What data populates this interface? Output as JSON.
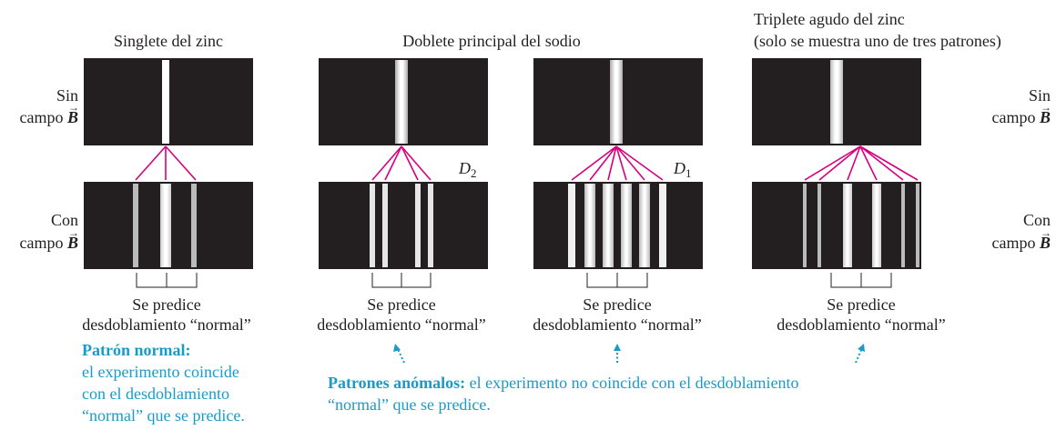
{
  "titles": {
    "zinc_singlet": "Singlete del zinc",
    "sodium_doublet": "Doblete principal del sodio",
    "zinc_triplet_line1": "Triplete agudo del zinc",
    "zinc_triplet_line2": "(solo se muestra uno de tres patrones)"
  },
  "row_labels": {
    "no_field_line1": "Sin",
    "no_field_line2": "campo",
    "with_field_line1": "Con",
    "with_field_line2": "campo",
    "field_symbol": "B",
    "vector_arrow": "→"
  },
  "line_labels": {
    "d2_letter": "D",
    "d2_sub": "2",
    "d1_letter": "D",
    "d1_sub": "1"
  },
  "prediction": {
    "line1": "Se predice",
    "line2": "desdoblamiento “normal”"
  },
  "notes": {
    "normal_title": "Patrón normal:",
    "normal_line1": "el experimento coincide",
    "normal_line2": "con el desdoblamiento",
    "normal_line3": "“normal” que se predice.",
    "anomalous_title": "Patrones anómalos:",
    "anomalous_line1": " el experimento no coincide con el desdoblamiento",
    "anomalous_line2": "“normal” que se predice."
  },
  "colors": {
    "panel": "#231f20",
    "connector": "#d6007e",
    "note": "#1a9bc7",
    "spectral_line": "#ffffff"
  }
}
